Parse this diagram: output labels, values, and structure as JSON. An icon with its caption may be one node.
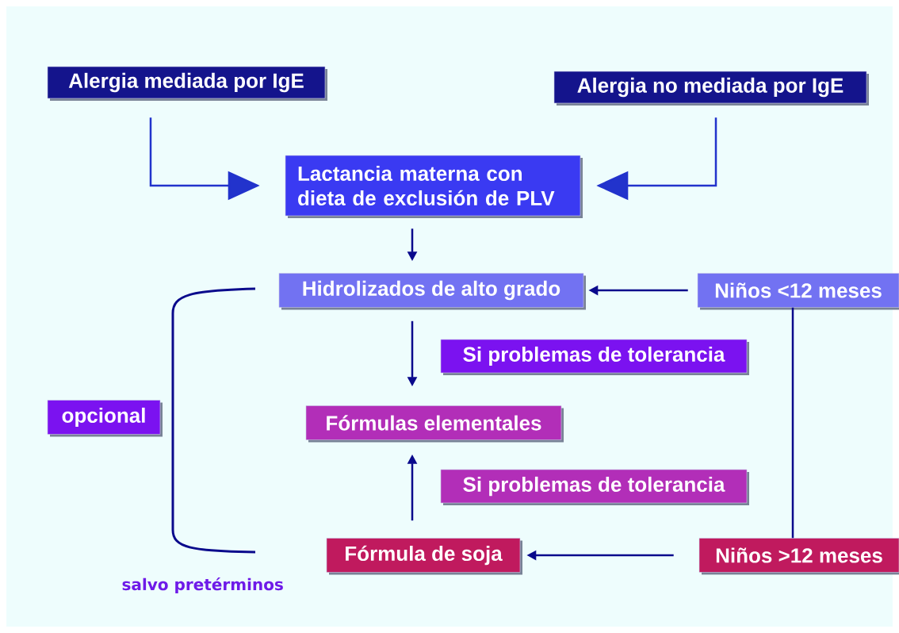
{
  "diagram": {
    "nodes": [
      {
        "text": [
          "Alergia mediada por IgE"
        ]
      },
      {
        "text": [
          "Alergia no mediada por IgE"
        ]
      },
      {
        "text": [
          "Lactancia materna con dieta de exclusión de PLV"
        ]
      },
      {
        "text": [
          "Hidrolizados de alto grado"
        ]
      },
      {
        "text": [
          "Niños <12 meses"
        ]
      },
      {
        "text": [
          "Si problemas de tolerancia"
        ]
      },
      {
        "text": [
          "opcional"
        ]
      },
      {
        "text": [
          "Fórmulas elementales"
        ]
      },
      {
        "text": [
          "Si problemas de tolerancia"
        ]
      },
      {
        "text": [
          "Fórmula de soja"
        ]
      },
      {
        "text": [
          "Niños >12 meses"
        ]
      }
    ],
    "edges": [
      {
        "from": 0,
        "to": 2,
        "arrow": "to",
        "color": "#2233cc"
      },
      {
        "from": 1,
        "to": 2,
        "arrow": "to",
        "color": "#2233cc"
      },
      {
        "from": 2,
        "to": 3,
        "arrow": "to"
      },
      {
        "from": 4,
        "to": 3,
        "arrow": "to"
      },
      {
        "from": 3,
        "to": 7,
        "arrow": "to"
      },
      {
        "from": 9,
        "to": 7,
        "arrow": "to"
      },
      {
        "from": 10,
        "to": 9,
        "arrow": "to"
      },
      {
        "from": 4,
        "to": 10,
        "arrow": "none"
      }
    ],
    "labels": [
      "salvo pretérminos"
    ]
  }
}
